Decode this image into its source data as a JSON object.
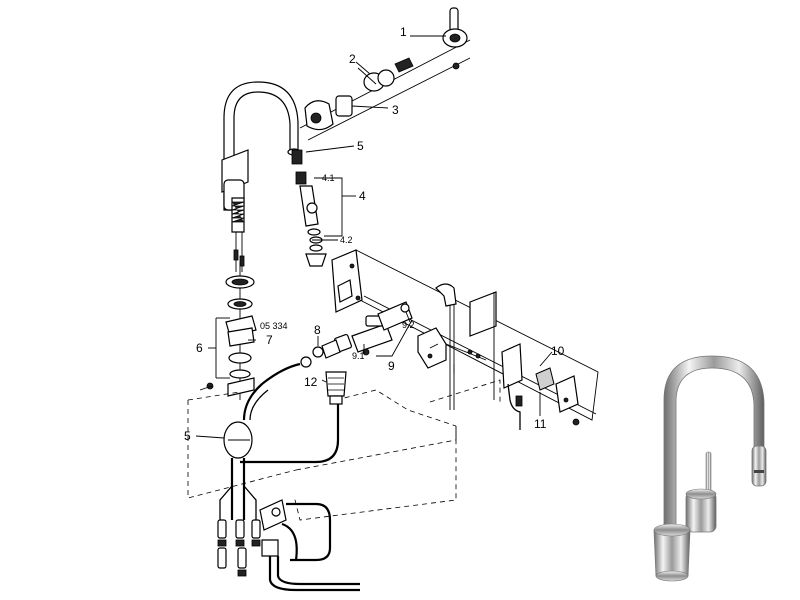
{
  "labels": {
    "l1": "1",
    "l2": "2",
    "l3": "3",
    "l4": "4",
    "l4_1": "4.1",
    "l4_2": "4.2",
    "l5_top": "5",
    "l5_bot": "5",
    "l6": "6",
    "l7": "7",
    "l8": "8",
    "l9": "9",
    "l9_1": "9.1",
    "l9_2": "9.2",
    "l10": "10",
    "l11": "11",
    "l12": "12",
    "code": "05 334"
  }
}
